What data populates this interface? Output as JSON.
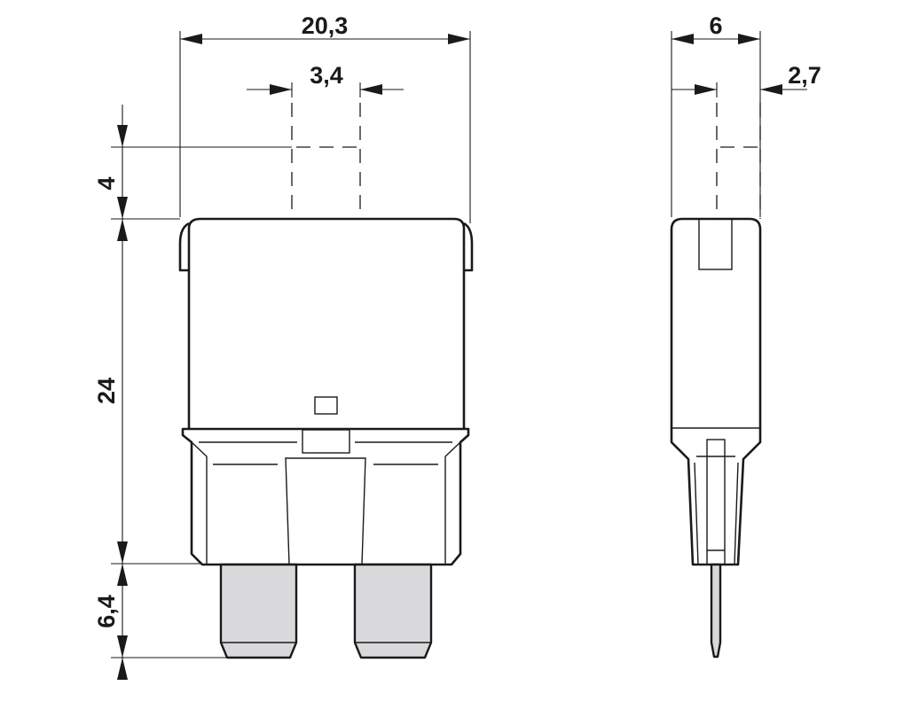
{
  "drawing": {
    "front_view": {
      "dimensions": {
        "overall_width": "20,3",
        "blade_width": "3,4",
        "blade_protrusion_top": "4",
        "body_height": "24",
        "blade_length": "6,4"
      }
    },
    "side_view": {
      "dimensions": {
        "overall_depth": "6",
        "blade_offset": "2,7"
      }
    },
    "colors": {
      "line": "#1a1a1a",
      "blade_fill": "#d9d9db",
      "background": "#ffffff"
    }
  }
}
